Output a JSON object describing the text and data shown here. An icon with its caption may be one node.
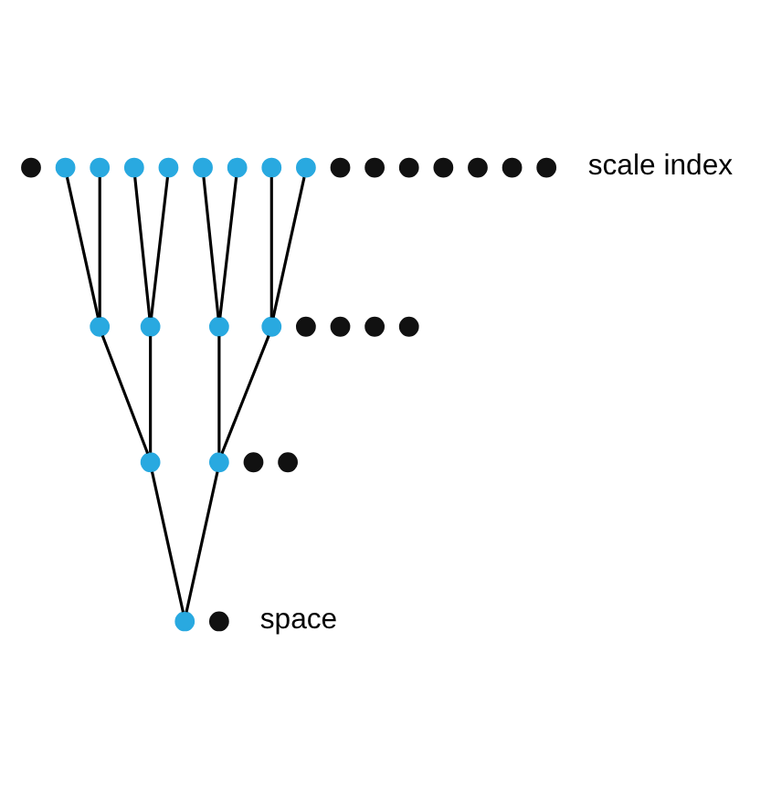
{
  "diagram": {
    "nodes": [
      {
        "text": [],
        "shape": "circle"
      },
      {
        "text": [],
        "shape": "circle"
      },
      {
        "text": [],
        "shape": "circle"
      },
      {
        "text": [],
        "shape": "circle"
      },
      {
        "text": [],
        "shape": "circle"
      },
      {
        "text": [],
        "shape": "circle"
      },
      {
        "text": [],
        "shape": "circle"
      },
      {
        "text": [],
        "shape": "circle"
      },
      {
        "text": [],
        "shape": "circle"
      },
      {
        "text": [],
        "shape": "circle"
      },
      {
        "text": [],
        "shape": "circle"
      },
      {
        "text": [],
        "shape": "circle"
      },
      {
        "text": [],
        "shape": "circle"
      },
      {
        "text": [],
        "shape": "circle"
      },
      {
        "text": [],
        "shape": "circle"
      },
      {
        "text": [],
        "shape": "circle"
      },
      {
        "text": [],
        "shape": "circle"
      },
      {
        "text": [],
        "shape": "circle"
      },
      {
        "text": [],
        "shape": "circle"
      },
      {
        "text": [],
        "shape": "circle"
      },
      {
        "text": [],
        "shape": "circle"
      },
      {
        "text": [],
        "shape": "circle"
      },
      {
        "text": [],
        "shape": "circle"
      },
      {
        "text": [],
        "shape": "circle"
      },
      {
        "text": [],
        "shape": "circle"
      },
      {
        "text": [],
        "shape": "circle"
      },
      {
        "text": [],
        "shape": "circle"
      },
      {
        "text": [],
        "shape": "circle"
      },
      {
        "text": [],
        "shape": "circle"
      },
      {
        "text": [],
        "shape": "circle"
      }
    ],
    "edges": [
      {
        "from": 17,
        "to": 1,
        "arrow": "none"
      },
      {
        "from": 17,
        "to": 3,
        "arrow": "none"
      },
      {
        "from": 19,
        "to": 5,
        "arrow": "none"
      },
      {
        "from": 19,
        "to": 7,
        "arrow": "none"
      },
      {
        "from": 21,
        "to": 9,
        "arrow": "none"
      },
      {
        "from": 21,
        "to": 11,
        "arrow": "none"
      },
      {
        "from": 23,
        "to": 13,
        "arrow": "none"
      },
      {
        "from": 23,
        "to": 15,
        "arrow": "none"
      },
      {
        "from": 25,
        "to": 17,
        "arrow": "none"
      },
      {
        "from": 25,
        "to": 19,
        "arrow": "none"
      },
      {
        "from": 27,
        "to": 21,
        "arrow": "none"
      },
      {
        "from": 27,
        "to": 23,
        "arrow": "none"
      },
      {
        "from": 29,
        "to": 25,
        "arrow": "none"
      },
      {
        "from": 29,
        "to": 27,
        "arrow": "none"
      }
    ],
    "labels": [
      "scale index",
      "space"
    ]
  }
}
